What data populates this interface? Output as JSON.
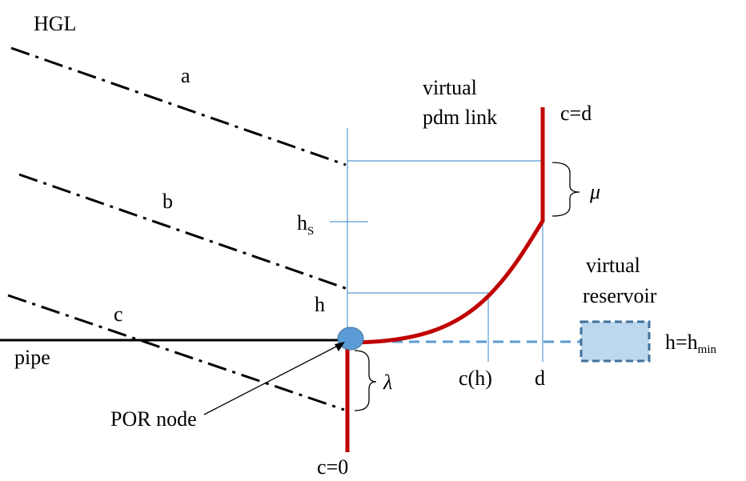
{
  "labels": {
    "hgl": "HGL",
    "line_a": "a",
    "line_b": "b",
    "line_c": "c",
    "pipe": "pipe",
    "virtual_pdm_link_1": "virtual",
    "virtual_pdm_link_2": "pdm link",
    "c_eq_d": "c=d",
    "mu": "μ",
    "h_s_main": "h",
    "h_s_sub": "S",
    "h": "h",
    "virtual_reservoir_1": "virtual",
    "virtual_reservoir_2": "reservoir",
    "h_eq": "h=h",
    "h_eq_sub": "min",
    "c_of_h": "c(h)",
    "d": "d",
    "lambda": "λ",
    "por_node": "POR node",
    "c_eq_0": "c=0"
  },
  "colors": {
    "red_curve": "#c00000",
    "guide_line": "#5b9bd5",
    "dashed_link": "#5b9bd5",
    "node_fill": "#5b9bd5",
    "reservoir_fill": "#bdd7ee",
    "reservoir_border": "#41719c",
    "hgl_line": "#000000"
  }
}
